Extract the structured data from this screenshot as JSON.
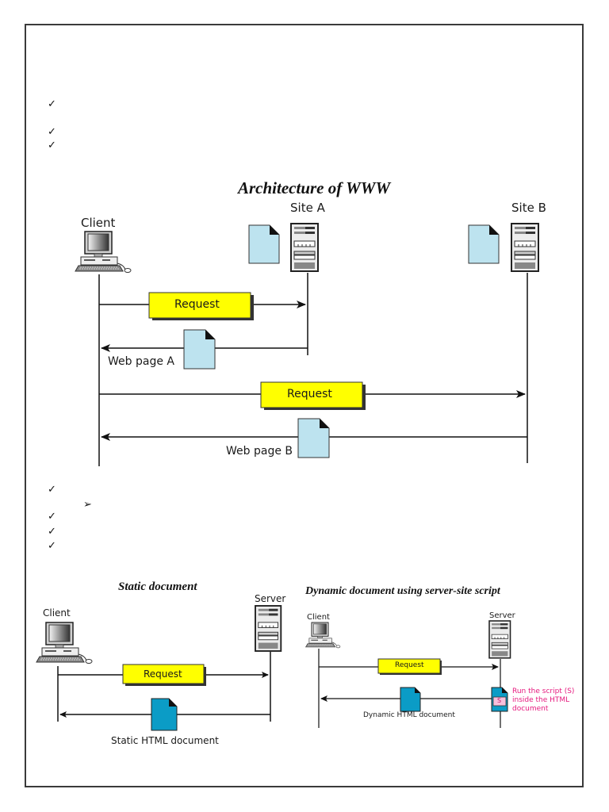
{
  "bullets_top": [
    "check",
    "check",
    "check"
  ],
  "bullets_middle": [
    "check",
    "arrow",
    "check",
    "check",
    "check"
  ],
  "architecture": {
    "title": "Architecture of WWW",
    "client_label": "Client",
    "site_a_label": "Site A",
    "site_b_label": "Site B",
    "request_1": "Request",
    "request_2": "Request",
    "response_1": "Web page A",
    "response_2": "Web page B"
  },
  "static_doc": {
    "title": "Static document",
    "client_label": "Client",
    "server_label": "Server",
    "request": "Request",
    "response": "Static HTML document"
  },
  "dynamic_doc": {
    "title": "Dynamic document using server-site script",
    "client_label": "Client",
    "server_label": "Server",
    "request": "Request",
    "response": "Dynamic HTML document",
    "script_badge": "S",
    "note_line1": "Run the script (S)",
    "note_line2": "inside the HTML",
    "note_line3": "document"
  },
  "glyphs": {
    "check": "✓",
    "arrow": "➢"
  },
  "colors": {
    "request_box": "#ffff00",
    "web_page_light": "#bde3ef",
    "html_doc_blue": "#0b9cc6",
    "script_pink": "#f7c0dc",
    "note_pink": "#e6197e"
  }
}
